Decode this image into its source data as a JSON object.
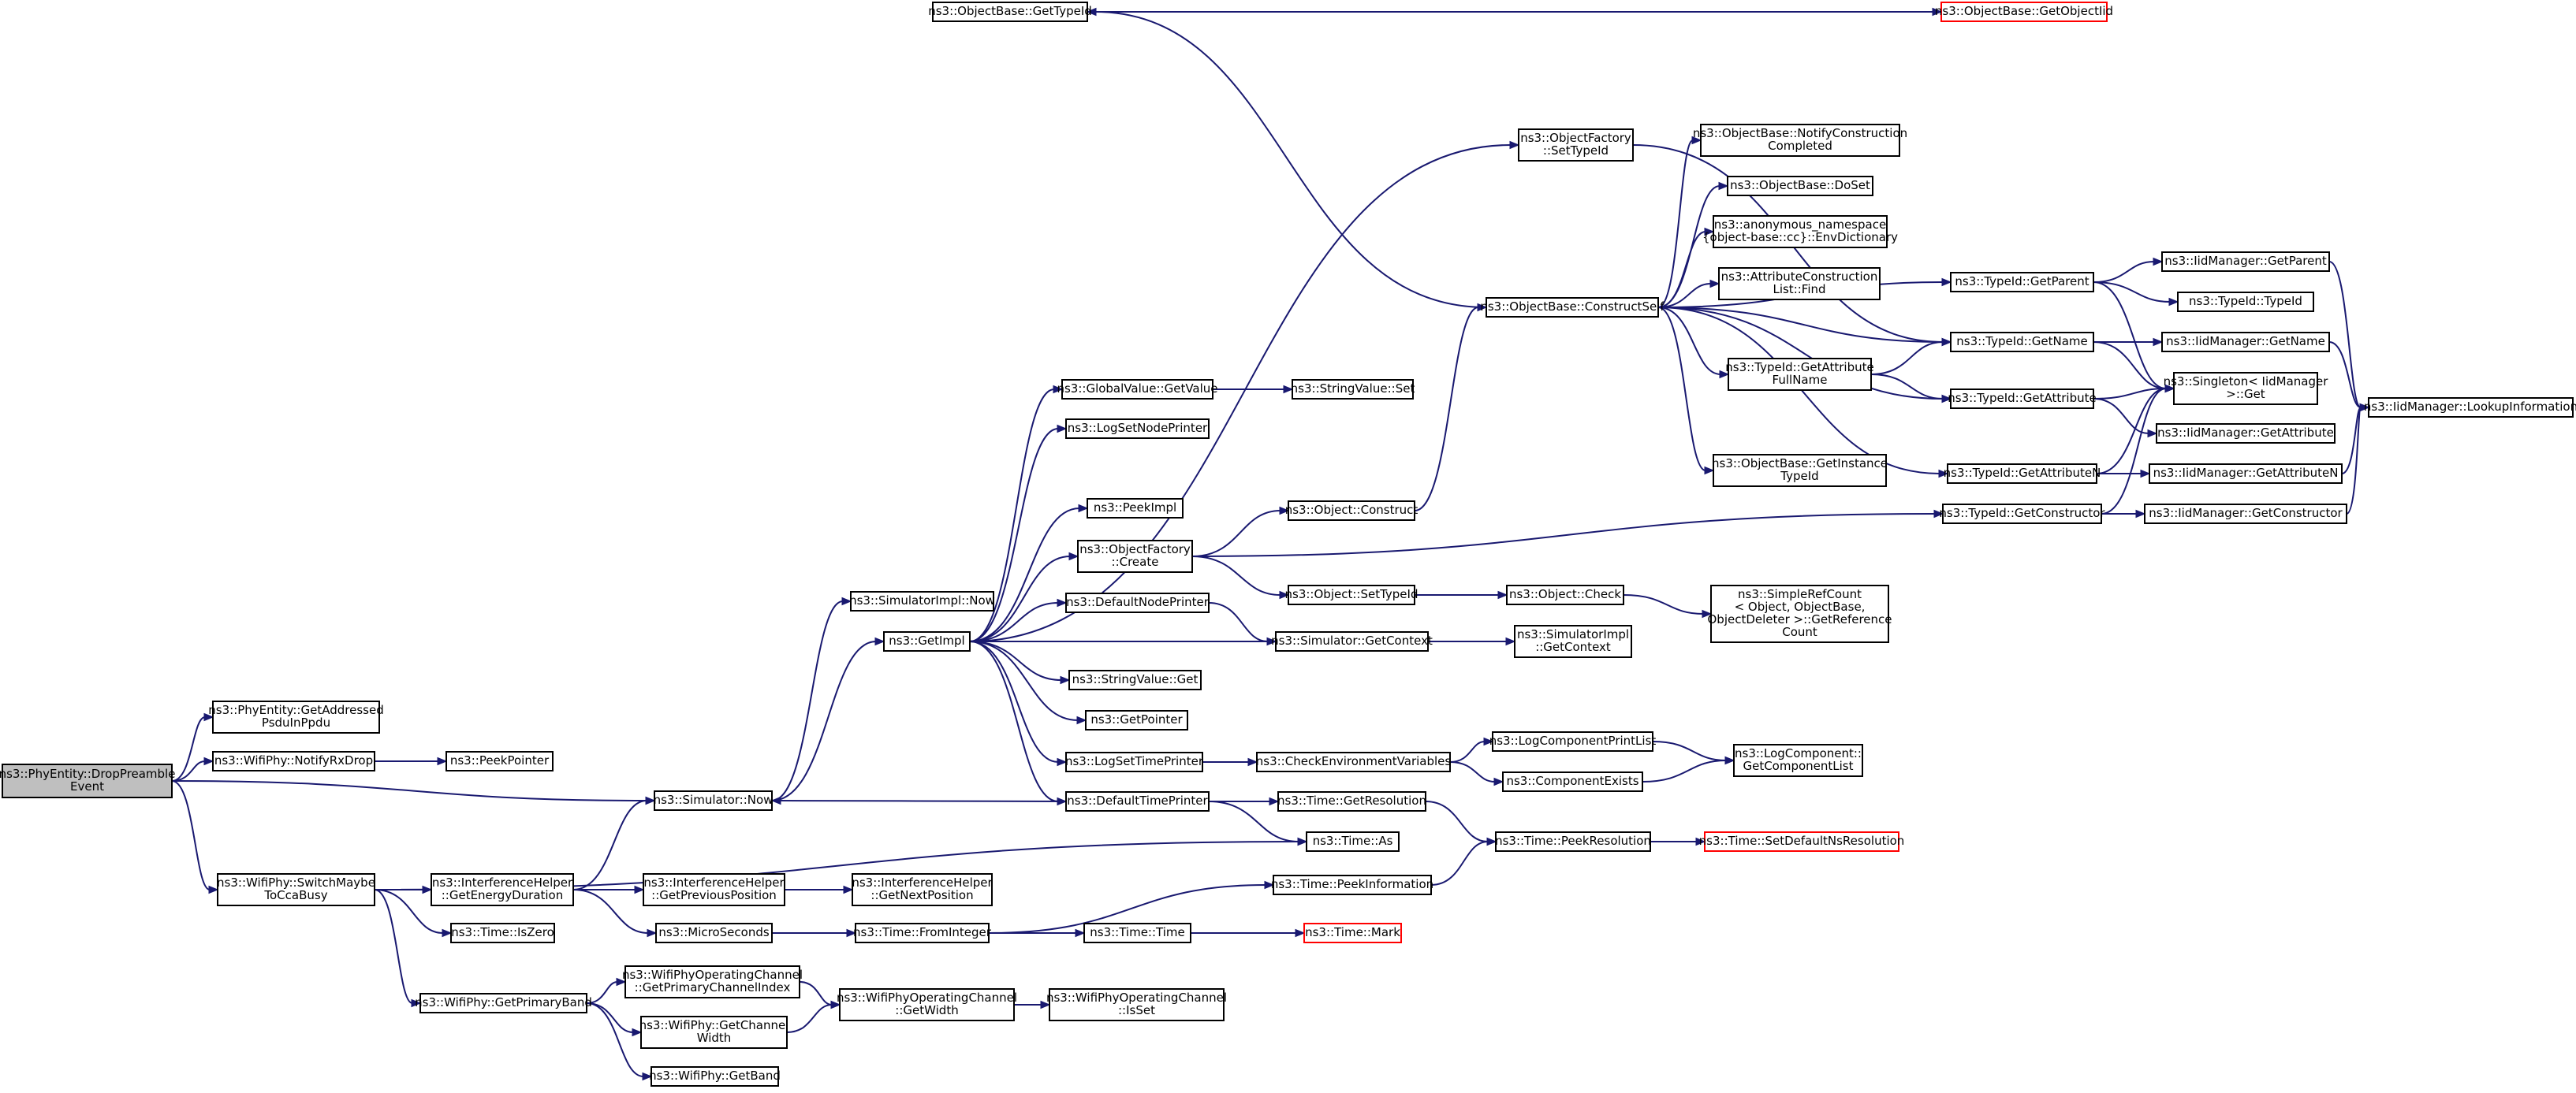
{
  "colors": {
    "edge": "#191970",
    "root_fill": "#bfbfbf",
    "truncated_border": "#ff0000",
    "node_border": "#000000",
    "background": "#ffffff"
  },
  "nodes": [
    {
      "id": "root",
      "lines": [
        "ns3::PhyEntity::DropPreamble",
        "Event"
      ],
      "kind": "root"
    },
    {
      "id": "getAddressed",
      "lines": [
        "ns3::PhyEntity::GetAddressed",
        "PsduInPpdu"
      ]
    },
    {
      "id": "notifyRxDrop",
      "lines": [
        "ns3::WifiPhy::NotifyRxDrop"
      ]
    },
    {
      "id": "peekPointer",
      "lines": [
        "ns3::PeekPointer"
      ]
    },
    {
      "id": "switchMaybe",
      "lines": [
        "ns3::WifiPhy::SwitchMaybe",
        "ToCcaBusy"
      ]
    },
    {
      "id": "simNow",
      "lines": [
        "ns3::Simulator::Now"
      ]
    },
    {
      "id": "simImplNow",
      "lines": [
        "ns3::SimulatorImpl::Now"
      ]
    },
    {
      "id": "getImpl",
      "lines": [
        "ns3::GetImpl"
      ]
    },
    {
      "id": "globalValue",
      "lines": [
        "ns3::GlobalValue::GetValue"
      ]
    },
    {
      "id": "stringValueSet",
      "lines": [
        "ns3::StringValue::Set"
      ]
    },
    {
      "id": "logSetNodePrinter",
      "lines": [
        "ns3::LogSetNodePrinter"
      ]
    },
    {
      "id": "peekImpl",
      "lines": [
        "ns3::PeekImpl"
      ]
    },
    {
      "id": "objFactoryCreate",
      "lines": [
        "ns3::ObjectFactory",
        "::Create"
      ]
    },
    {
      "id": "defaultNodePrinter",
      "lines": [
        "ns3::DefaultNodePrinter"
      ]
    },
    {
      "id": "stringValueGet",
      "lines": [
        "ns3::StringValue::Get"
      ]
    },
    {
      "id": "getPointer",
      "lines": [
        "ns3::GetPointer"
      ]
    },
    {
      "id": "logSetTimePrinter",
      "lines": [
        "ns3::LogSetTimePrinter"
      ]
    },
    {
      "id": "defaultTimePrinter",
      "lines": [
        "ns3::DefaultTimePrinter"
      ]
    },
    {
      "id": "objConstruct",
      "lines": [
        "ns3::Object::Construct"
      ]
    },
    {
      "id": "objSetTypeId",
      "lines": [
        "ns3::Object::SetTypeId"
      ]
    },
    {
      "id": "simGetContext",
      "lines": [
        "ns3::Simulator::GetContext"
      ]
    },
    {
      "id": "checkEnv",
      "lines": [
        "ns3::CheckEnvironmentVariables"
      ]
    },
    {
      "id": "timeGetRes",
      "lines": [
        "ns3::Time::GetResolution"
      ]
    },
    {
      "id": "timeAs",
      "lines": [
        "ns3::Time::As"
      ]
    },
    {
      "id": "objFactorySetTypeId",
      "lines": [
        "ns3::ObjectFactory",
        "::SetTypeId"
      ]
    },
    {
      "id": "constructSelf",
      "lines": [
        "ns3::ObjectBase::ConstructSelf"
      ]
    },
    {
      "id": "objCheck",
      "lines": [
        "ns3::Object::Check"
      ]
    },
    {
      "id": "simImplGetContext",
      "lines": [
        "ns3::SimulatorImpl",
        "::GetContext"
      ]
    },
    {
      "id": "logCompPrintList",
      "lines": [
        "ns3::LogComponentPrintList"
      ]
    },
    {
      "id": "componentExists",
      "lines": [
        "ns3::ComponentExists"
      ]
    },
    {
      "id": "timePeekRes",
      "lines": [
        "ns3::Time::PeekResolution"
      ]
    },
    {
      "id": "objBaseGetTypeId",
      "lines": [
        "ns3::ObjectBase::GetTypeId"
      ]
    },
    {
      "id": "objBaseGetObjectIid",
      "lines": [
        "ns3::ObjectBase::GetObjectIid"
      ],
      "kind": "trunc"
    },
    {
      "id": "notifyConstruction",
      "lines": [
        "ns3::ObjectBase::NotifyConstruction",
        "Completed"
      ]
    },
    {
      "id": "objBaseDoSet",
      "lines": [
        "ns3::ObjectBase::DoSet"
      ]
    },
    {
      "id": "anonEnvDict",
      "lines": [
        "ns3::anonymous_namespace",
        "{object-base::cc}::EnvDictionary"
      ]
    },
    {
      "id": "attrConstrFind",
      "lines": [
        "ns3::AttributeConstruction",
        "List::Find"
      ]
    },
    {
      "id": "typeIdGetAttrFullName",
      "lines": [
        "ns3::TypeId::GetAttribute",
        "FullName"
      ]
    },
    {
      "id": "objBaseGetInstance",
      "lines": [
        "ns3::ObjectBase::GetInstance",
        "TypeId"
      ]
    },
    {
      "id": "typeIdGetParent",
      "lines": [
        "ns3::TypeId::GetParent"
      ]
    },
    {
      "id": "typeIdGetName",
      "lines": [
        "ns3::TypeId::GetName"
      ]
    },
    {
      "id": "typeIdGetAttribute",
      "lines": [
        "ns3::TypeId::GetAttribute"
      ]
    },
    {
      "id": "typeIdGetAttributeN",
      "lines": [
        "ns3::TypeId::GetAttributeN"
      ]
    },
    {
      "id": "typeIdGetConstructor",
      "lines": [
        "ns3::TypeId::GetConstructor"
      ]
    },
    {
      "id": "iidGetParent",
      "lines": [
        "ns3::IidManager::GetParent"
      ]
    },
    {
      "id": "typeIdTypeId",
      "lines": [
        "ns3::TypeId::TypeId"
      ]
    },
    {
      "id": "iidGetName",
      "lines": [
        "ns3::IidManager::GetName"
      ]
    },
    {
      "id": "singletonGet",
      "lines": [
        "ns3::Singleton< IidManager",
        ">::Get"
      ]
    },
    {
      "id": "iidGetAttribute",
      "lines": [
        "ns3::IidManager::GetAttribute"
      ]
    },
    {
      "id": "iidGetAttributeN",
      "lines": [
        "ns3::IidManager::GetAttributeN"
      ]
    },
    {
      "id": "iidGetConstructor",
      "lines": [
        "ns3::IidManager::GetConstructor"
      ]
    },
    {
      "id": "iidLookup",
      "lines": [
        "ns3::IidManager::LookupInformation"
      ]
    },
    {
      "id": "simpleRefCount",
      "lines": [
        "ns3::SimpleRefCount",
        "< Object, ObjectBase,",
        "ObjectDeleter >::GetReference",
        "Count"
      ]
    },
    {
      "id": "logCompGetList",
      "lines": [
        "ns3::LogComponent::",
        "GetComponentList"
      ]
    },
    {
      "id": "timeSetDefaultNs",
      "lines": [
        "ns3::Time::SetDefaultNsResolution"
      ],
      "kind": "trunc"
    },
    {
      "id": "ihGetEnergy",
      "lines": [
        "ns3::InterferenceHelper",
        "::GetEnergyDuration"
      ]
    },
    {
      "id": "timeIsZero",
      "lines": [
        "ns3::Time::IsZero"
      ]
    },
    {
      "id": "ihGetPrev",
      "lines": [
        "ns3::InterferenceHelper",
        "::GetPreviousPosition"
      ]
    },
    {
      "id": "ihGetNext",
      "lines": [
        "ns3::InterferenceHelper",
        "::GetNextPosition"
      ]
    },
    {
      "id": "microSeconds",
      "lines": [
        "ns3::MicroSeconds"
      ]
    },
    {
      "id": "timeFromInteger",
      "lines": [
        "ns3::Time::FromInteger"
      ]
    },
    {
      "id": "timePeekInfo",
      "lines": [
        "ns3::Time::PeekInformation"
      ]
    },
    {
      "id": "timeTime",
      "lines": [
        "ns3::Time::Time"
      ]
    },
    {
      "id": "timeMark",
      "lines": [
        "ns3::Time::Mark"
      ],
      "kind": "trunc"
    },
    {
      "id": "getPrimaryBand",
      "lines": [
        "ns3::WifiPhy::GetPrimaryBand"
      ]
    },
    {
      "id": "wocGetPrimaryIdx",
      "lines": [
        "ns3::WifiPhyOperatingChannel",
        "::GetPrimaryChannelIndex"
      ]
    },
    {
      "id": "wocGetWidth",
      "lines": [
        "ns3::WifiPhyOperatingChannel",
        "::GetWidth"
      ]
    },
    {
      "id": "wocIsSet",
      "lines": [
        "ns3::WifiPhyOperatingChannel",
        "::IsSet"
      ]
    },
    {
      "id": "wifiGetChannelWidth",
      "lines": [
        "ns3::WifiPhy::GetChannel",
        "Width"
      ]
    },
    {
      "id": "wifiGetBand",
      "lines": [
        "ns3::WifiPhy::GetBand"
      ]
    }
  ],
  "edges": [
    [
      "root",
      "getAddressed"
    ],
    [
      "root",
      "notifyRxDrop"
    ],
    [
      "root",
      "simNow"
    ],
    [
      "root",
      "switchMaybe"
    ],
    [
      "notifyRxDrop",
      "peekPointer"
    ],
    [
      "simNow",
      "simImplNow"
    ],
    [
      "simNow",
      "getImpl"
    ],
    [
      "getImpl",
      "globalValue"
    ],
    [
      "getImpl",
      "logSetNodePrinter"
    ],
    [
      "getImpl",
      "peekImpl"
    ],
    [
      "getImpl",
      "objFactoryCreate"
    ],
    [
      "getImpl",
      "defaultNodePrinter"
    ],
    [
      "getImpl",
      "stringValueGet"
    ],
    [
      "getImpl",
      "getPointer"
    ],
    [
      "getImpl",
      "logSetTimePrinter"
    ],
    [
      "getImpl",
      "defaultTimePrinter"
    ],
    [
      "getImpl",
      "objFactorySetTypeId"
    ],
    [
      "getImpl",
      "simGetContext"
    ],
    [
      "globalValue",
      "stringValueSet"
    ],
    [
      "objFactoryCreate",
      "objConstruct"
    ],
    [
      "objFactoryCreate",
      "objSetTypeId"
    ],
    [
      "objFactoryCreate",
      "typeIdGetConstructor"
    ],
    [
      "defaultNodePrinter",
      "simGetContext"
    ],
    [
      "logSetTimePrinter",
      "checkEnv"
    ],
    [
      "defaultTimePrinter",
      "simNow"
    ],
    [
      "defaultTimePrinter",
      "timeGetRes"
    ],
    [
      "defaultTimePrinter",
      "timeAs"
    ],
    [
      "objConstruct",
      "constructSelf"
    ],
    [
      "objSetTypeId",
      "objCheck"
    ],
    [
      "simGetContext",
      "simImplGetContext"
    ],
    [
      "checkEnv",
      "logCompPrintList"
    ],
    [
      "checkEnv",
      "componentExists"
    ],
    [
      "timeGetRes",
      "timePeekRes"
    ],
    [
      "objFactorySetTypeId",
      "typeIdGetName"
    ],
    [
      "objCheck",
      "simpleRefCount"
    ],
    [
      "logCompPrintList",
      "logCompGetList"
    ],
    [
      "componentExists",
      "logCompGetList"
    ],
    [
      "timePeekRes",
      "timeSetDefaultNs"
    ],
    [
      "constructSelf",
      "objBaseGetTypeId"
    ],
    [
      "constructSelf",
      "notifyConstruction"
    ],
    [
      "constructSelf",
      "objBaseDoSet"
    ],
    [
      "constructSelf",
      "anonEnvDict"
    ],
    [
      "constructSelf",
      "attrConstrFind"
    ],
    [
      "constructSelf",
      "typeIdGetAttrFullName"
    ],
    [
      "constructSelf",
      "objBaseGetInstance"
    ],
    [
      "constructSelf",
      "typeIdGetParent"
    ],
    [
      "constructSelf",
      "typeIdGetName"
    ],
    [
      "constructSelf",
      "typeIdGetAttribute"
    ],
    [
      "constructSelf",
      "typeIdGetAttributeN"
    ],
    [
      "objBaseGetTypeId",
      "objBaseGetObjectIid"
    ],
    [
      "typeIdGetAttrFullName",
      "typeIdGetName"
    ],
    [
      "typeIdGetAttrFullName",
      "typeIdGetAttribute"
    ],
    [
      "typeIdGetParent",
      "iidGetParent"
    ],
    [
      "typeIdGetParent",
      "typeIdTypeId"
    ],
    [
      "typeIdGetParent",
      "singletonGet"
    ],
    [
      "typeIdGetName",
      "iidGetName"
    ],
    [
      "typeIdGetName",
      "singletonGet"
    ],
    [
      "typeIdGetAttribute",
      "singletonGet"
    ],
    [
      "typeIdGetAttribute",
      "iidGetAttribute"
    ],
    [
      "typeIdGetAttributeN",
      "singletonGet"
    ],
    [
      "typeIdGetAttributeN",
      "iidGetAttributeN"
    ],
    [
      "typeIdGetConstructor",
      "singletonGet"
    ],
    [
      "typeIdGetConstructor",
      "iidGetConstructor"
    ],
    [
      "iidGetParent",
      "iidLookup"
    ],
    [
      "iidGetName",
      "iidLookup"
    ],
    [
      "iidGetAttributeN",
      "iidLookup"
    ],
    [
      "iidGetConstructor",
      "iidLookup"
    ],
    [
      "switchMaybe",
      "timeAs"
    ],
    [
      "switchMaybe",
      "ihGetEnergy"
    ],
    [
      "switchMaybe",
      "timeIsZero"
    ],
    [
      "switchMaybe",
      "getPrimaryBand"
    ],
    [
      "ihGetEnergy",
      "simNow"
    ],
    [
      "ihGetEnergy",
      "ihGetPrev"
    ],
    [
      "ihGetEnergy",
      "microSeconds"
    ],
    [
      "ihGetPrev",
      "ihGetNext"
    ],
    [
      "microSeconds",
      "timeFromInteger"
    ],
    [
      "timeFromInteger",
      "timePeekInfo"
    ],
    [
      "timeFromInteger",
      "timeTime"
    ],
    [
      "timePeekInfo",
      "timePeekRes"
    ],
    [
      "timeTime",
      "timeMark"
    ],
    [
      "getPrimaryBand",
      "wocGetPrimaryIdx"
    ],
    [
      "getPrimaryBand",
      "wifiGetChannelWidth"
    ],
    [
      "getPrimaryBand",
      "wifiGetBand"
    ],
    [
      "wocGetPrimaryIdx",
      "wocGetWidth"
    ],
    [
      "wifiGetChannelWidth",
      "wocGetWidth"
    ],
    [
      "wocGetWidth",
      "wocIsSet"
    ]
  ]
}
